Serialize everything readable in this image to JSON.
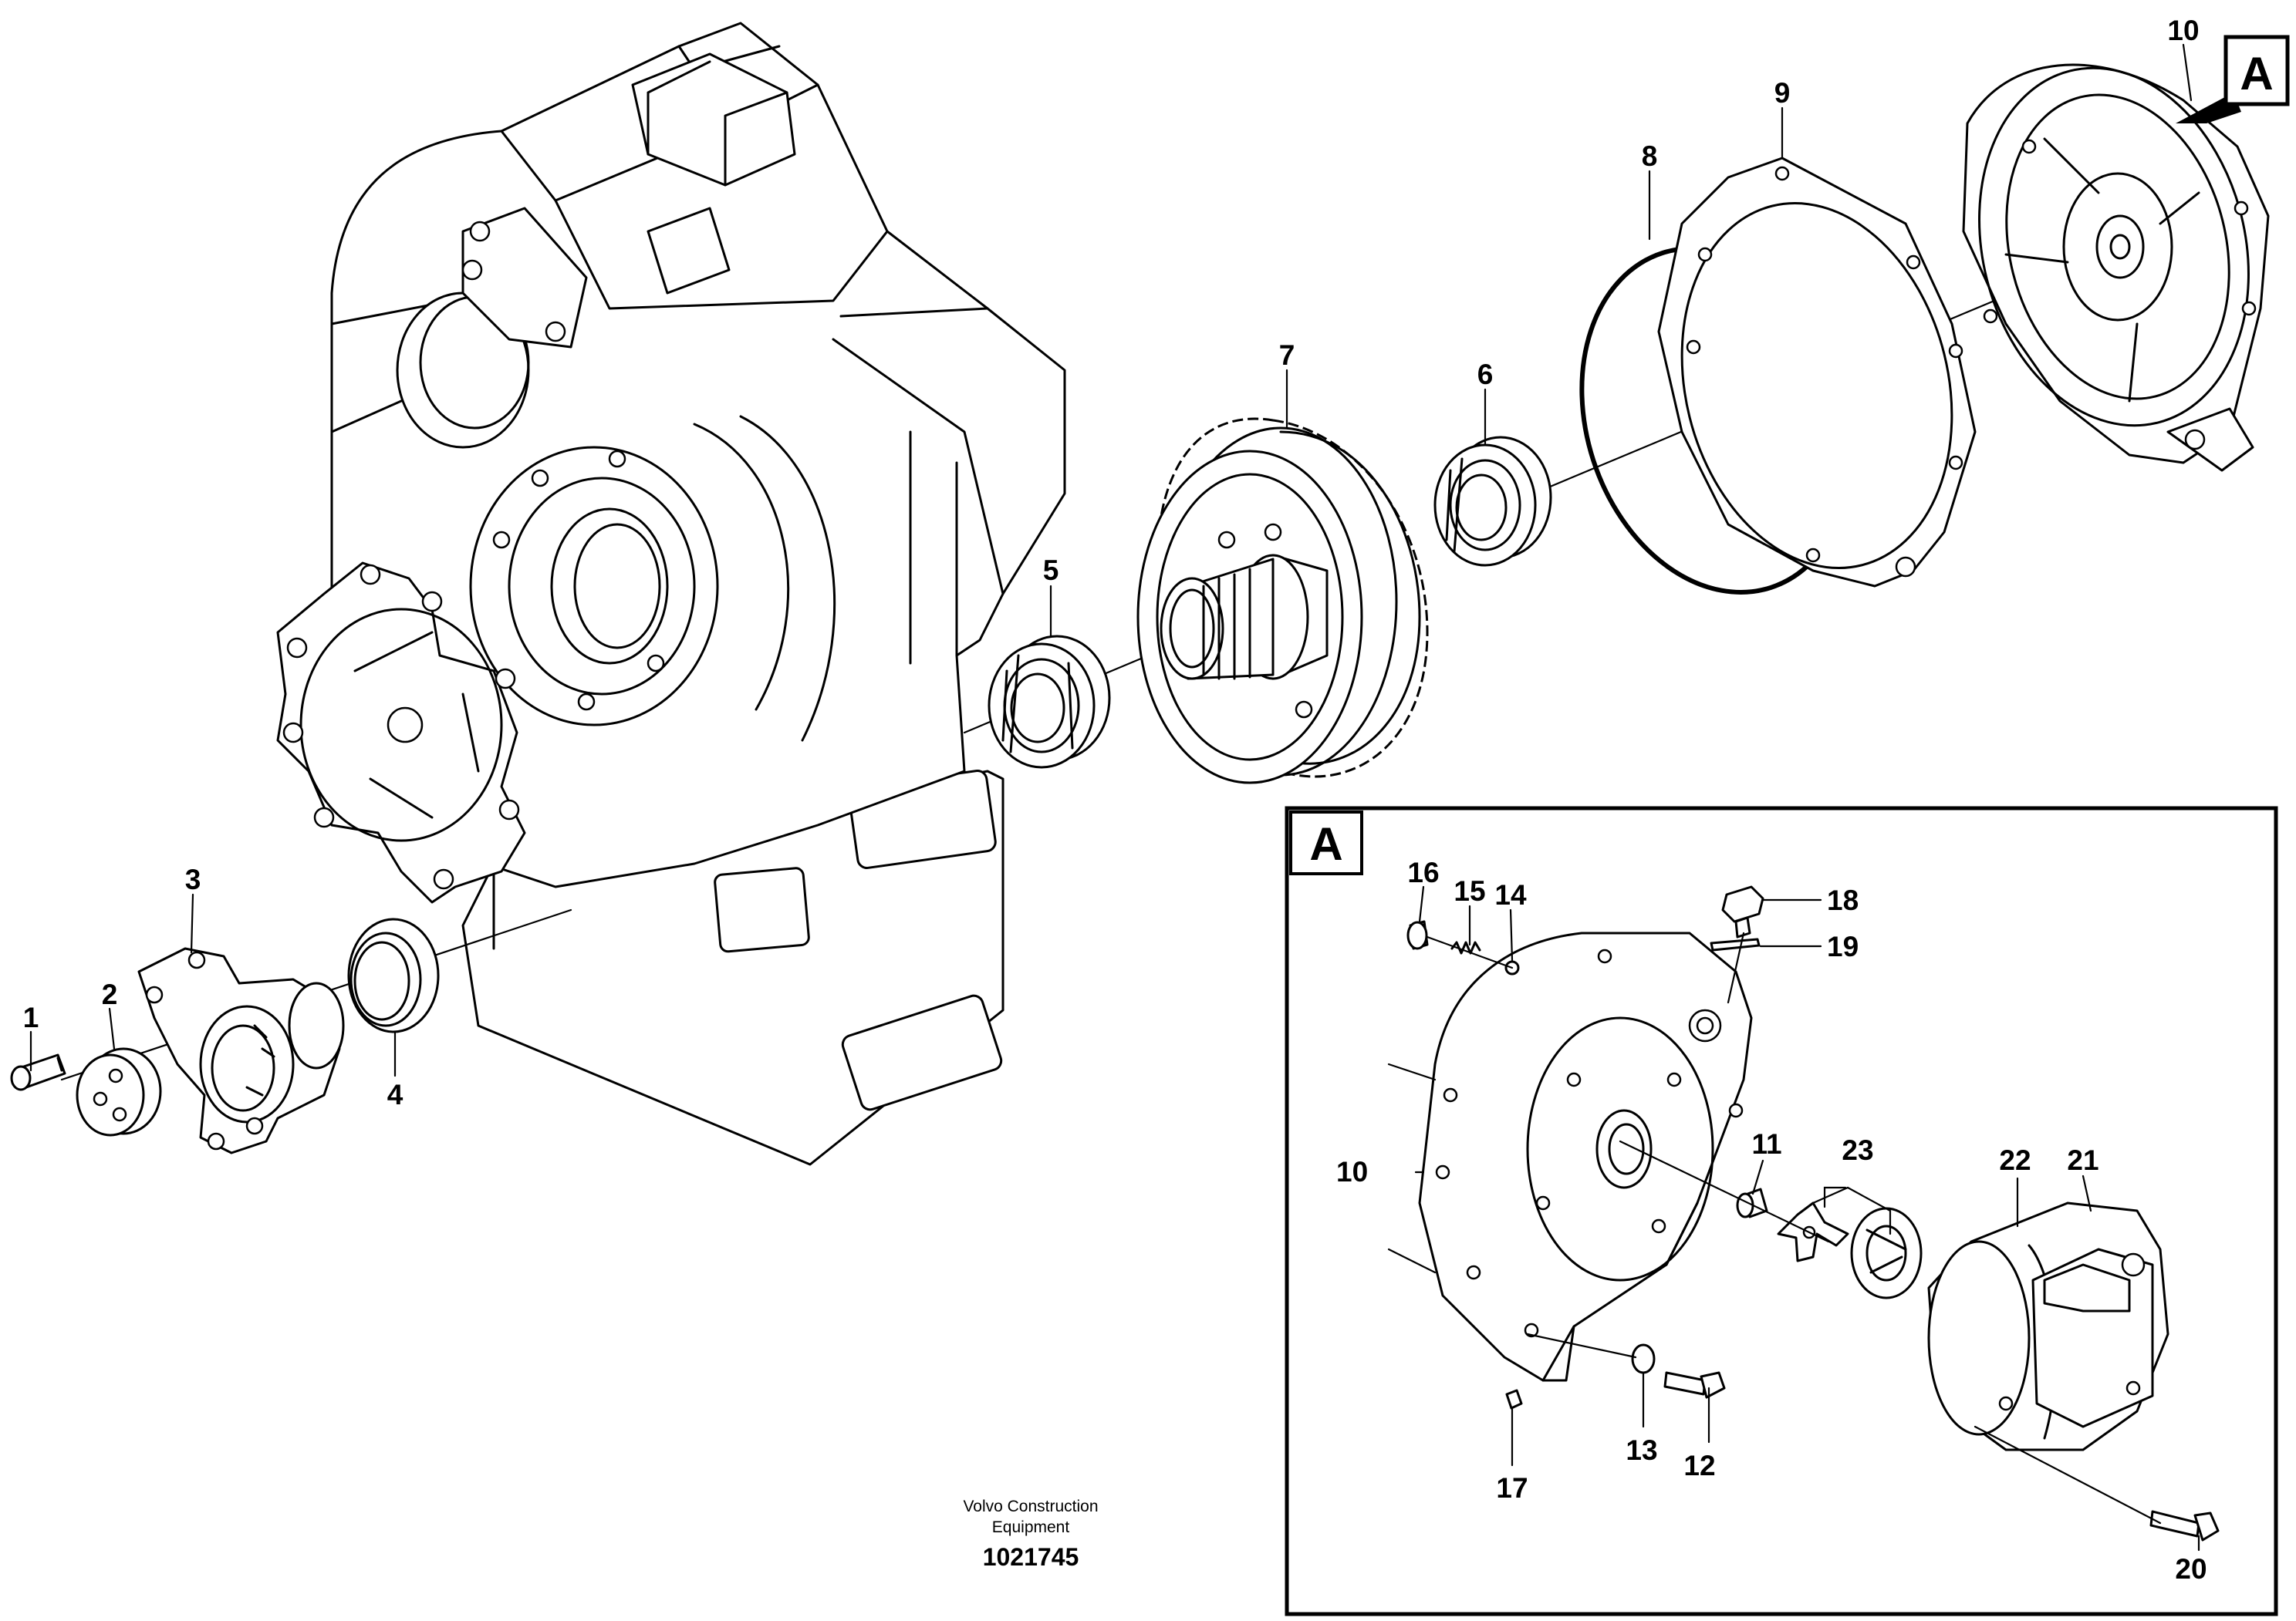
{
  "callouts": {
    "p1": "1",
    "p2": "2",
    "p3": "3",
    "p4": "4",
    "p5": "5",
    "p6": "6",
    "p7": "7",
    "p8": "8",
    "p9": "9",
    "p10": "10",
    "d10": "10",
    "d11": "11",
    "d12": "12",
    "d13": "13",
    "d14": "14",
    "d15": "15",
    "d16": "16",
    "d17": "17",
    "d18": "18",
    "d19": "19",
    "d20": "20",
    "d21": "21",
    "d22": "22",
    "d23": "23"
  },
  "detail_view": {
    "label": "A",
    "reference_label": "A"
  },
  "footer": {
    "credit_line1": "Volvo Construction",
    "credit_line2": "Equipment",
    "drawing_number": "1021745"
  }
}
